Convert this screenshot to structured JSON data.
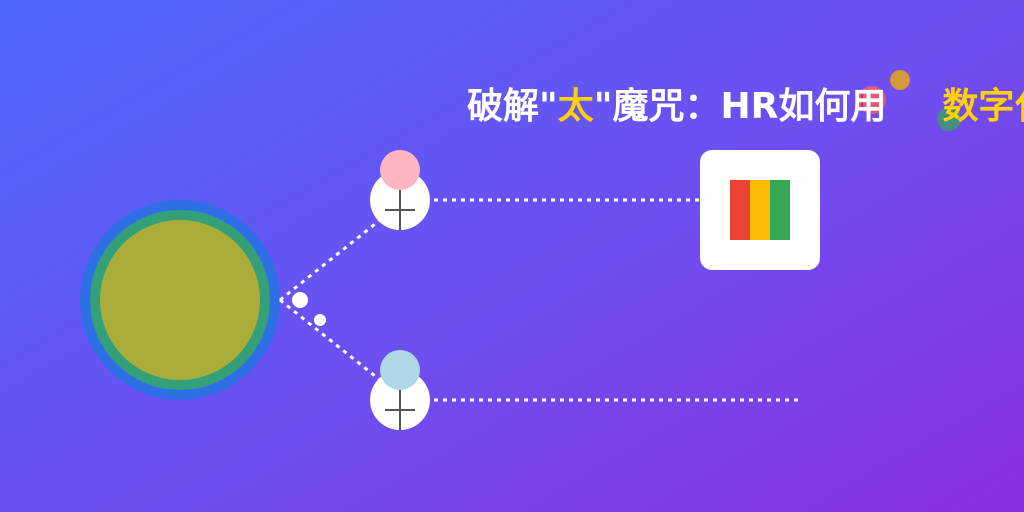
{
  "title": {
    "part1": "破解\"",
    "highlight1": "太",
    "part2": "\"魔咒：HR如何用",
    "highlight2": "数字化"
  },
  "colors": {
    "highlight": "#ffd200",
    "bar_red": "#ea4335",
    "bar_yellow": "#fbbc05",
    "bar_green": "#34a853",
    "center_outer": "#2f6fe6",
    "center_ring": "#33a07a",
    "center_fill": "#aaad3a",
    "person1_head": "#ffb6c1",
    "person2_head": "#add8e6"
  }
}
